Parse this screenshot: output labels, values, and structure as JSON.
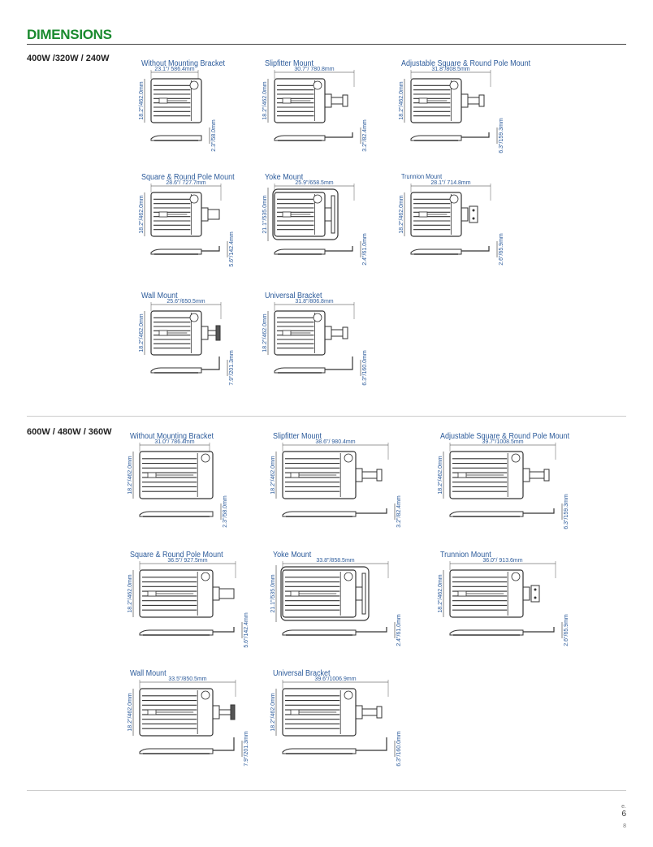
{
  "title": "DIMENSIONS",
  "sections": [
    {
      "wattage": "400W /320W / 240W",
      "cells": [
        {
          "label": "Without Mounting Bracket",
          "width_label": "23.1\"/ 586.4mm",
          "height_label": "18.2\"/462.0mm",
          "profile_label": "2.3\"/58.0mm",
          "mount": "none"
        },
        {
          "label": "Slipfitter Mount",
          "width_label": "30.7\"/ 780.8mm",
          "height_label": "18.2\"/462.0mm",
          "profile_label": "3.2\"/82.4mm",
          "mount": "slipfitter"
        },
        {
          "label": "Adjustable Square & Round Pole Mount",
          "width_label": "31.8\"/808.5mm",
          "height_label": "18.2\"/462.0mm",
          "profile_label": "6.3\"/159.3mm",
          "mount": "adjustable"
        },
        {
          "label": "Square & Round Pole Mount",
          "width_label": "28.6\"/ 727.7mm",
          "height_label": "18.2\"/462.0mm",
          "profile_label": "5.6\"/142.4mm",
          "mount": "pole"
        },
        {
          "label": "Yoke Mount",
          "width_label": "25.9\"/658.5mm",
          "height_label": "21.1\"/535.0mm",
          "profile_label": "2.4\"/61.0mm",
          "mount": "yoke"
        },
        {
          "label": "Trunnion Mount",
          "width_label": "28.1\"/ 714.8mm",
          "height_label": "18.2\"/462.0mm",
          "profile_label": "2.6\"/65.9mm",
          "mount": "trunnion"
        },
        {
          "label": "Wall Mount",
          "width_label": "25.6\"/650.5mm",
          "height_label": "18.2\"/462.0mm",
          "profile_label": "7.9\"/201.3mm",
          "mount": "wall"
        },
        {
          "label": "Universal Bracket",
          "width_label": "31.8\"/806.8mm",
          "height_label": "18.2\"/462.0mm",
          "profile_label": "6.3\"/160.0mm",
          "mount": "universal"
        }
      ]
    },
    {
      "wattage": "600W / 480W / 360W",
      "cells": [
        {
          "label": "Without Mounting Bracket",
          "width_label": "31.0\"/ 786.4mm",
          "height_label": "18.2\"/462.0mm",
          "profile_label": "2.3\"/58.0mm",
          "mount": "none"
        },
        {
          "label": "Slipfitter Mount",
          "width_label": "38.6\"/ 980.4mm",
          "height_label": "18.2\"/462.0mm",
          "profile_label": "3.2\"/82.4mm",
          "mount": "slipfitter"
        },
        {
          "label": "Adjustable Square & Round Pole Mount",
          "width_label": "39.7\"/1008.5mm",
          "height_label": "18.2\"/462.0mm",
          "profile_label": "6.3\"/159.3mm",
          "mount": "adjustable"
        },
        {
          "label": "Square & Round Pole Mount",
          "width_label": "36.5\"/ 927.5mm",
          "height_label": "18.2\"/462.0mm",
          "profile_label": "5.6\"/142.4mm",
          "mount": "pole"
        },
        {
          "label": "Yoke Mount",
          "width_label": "33.8\"/858.5mm",
          "height_label": "21.1\"/535.0mm",
          "profile_label": "2.4\"/61.0mm",
          "mount": "yoke"
        },
        {
          "label": "Trunnion Mount",
          "width_label": "36.0\"/ 913.6mm",
          "height_label": "18.2\"/462.0mm",
          "profile_label": "2.6\"/65.9mm",
          "mount": "trunnion"
        },
        {
          "label": "Wall Mount",
          "width_label": "33.5\"/850.5mm",
          "height_label": "18.2\"/462.0mm",
          "profile_label": "7.9\"/201.3mm",
          "mount": "wall"
        },
        {
          "label": "Universal Bracket",
          "width_label": "39.6\"/1006.9mm",
          "height_label": "18.2\"/462.0mm",
          "profile_label": "6.3\"/160.0mm",
          "mount": "universal"
        }
      ]
    }
  ],
  "page_number": "6",
  "page_mark_top": "e.",
  "page_mark_bottom": "8"
}
